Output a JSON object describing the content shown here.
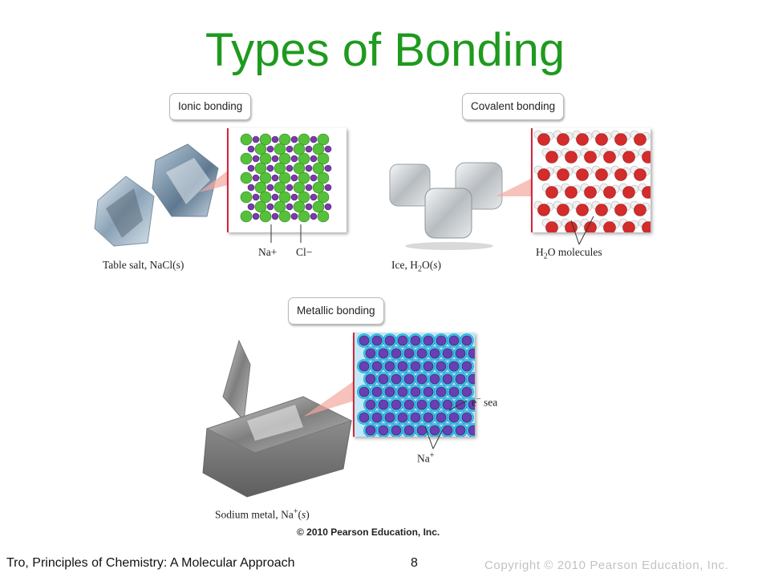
{
  "slide": {
    "title": "Types of Bonding",
    "ionic_label": "Ionic bonding",
    "covalent_label": "Covalent bonding",
    "metallic_label": "Metallic bonding",
    "na_ion_top": "Na+",
    "cl_ion": "Cl−",
    "table_salt_caption": "Table salt, NaCl(s)",
    "ice_caption": "Ice, H2O(s)",
    "h2o_molecules": "H2O molecules",
    "electron_sea": "e− sea",
    "na_ion_bottom": "Na+",
    "sodium_caption": "Sodium metal, Na+(s)",
    "image_copyright": "© 2010 Pearson Education, Inc.",
    "footer_source": "Tro, Principles of Chemistry: A Molecular Approach",
    "page_number": "8",
    "footer_copyright": "Copyright © 2010 Pearson Education, Inc."
  },
  "colors": {
    "title": "#1e9a1e",
    "panel_border": "#d5243c",
    "chloride": "#55c03a",
    "sodium_ion": "#7a3aa8",
    "oxygen": "#d42b2b",
    "hydrogen": "#f0f0f0",
    "metal_ion": "#6a3fb0",
    "electron_sea": "#3cc4ec"
  }
}
